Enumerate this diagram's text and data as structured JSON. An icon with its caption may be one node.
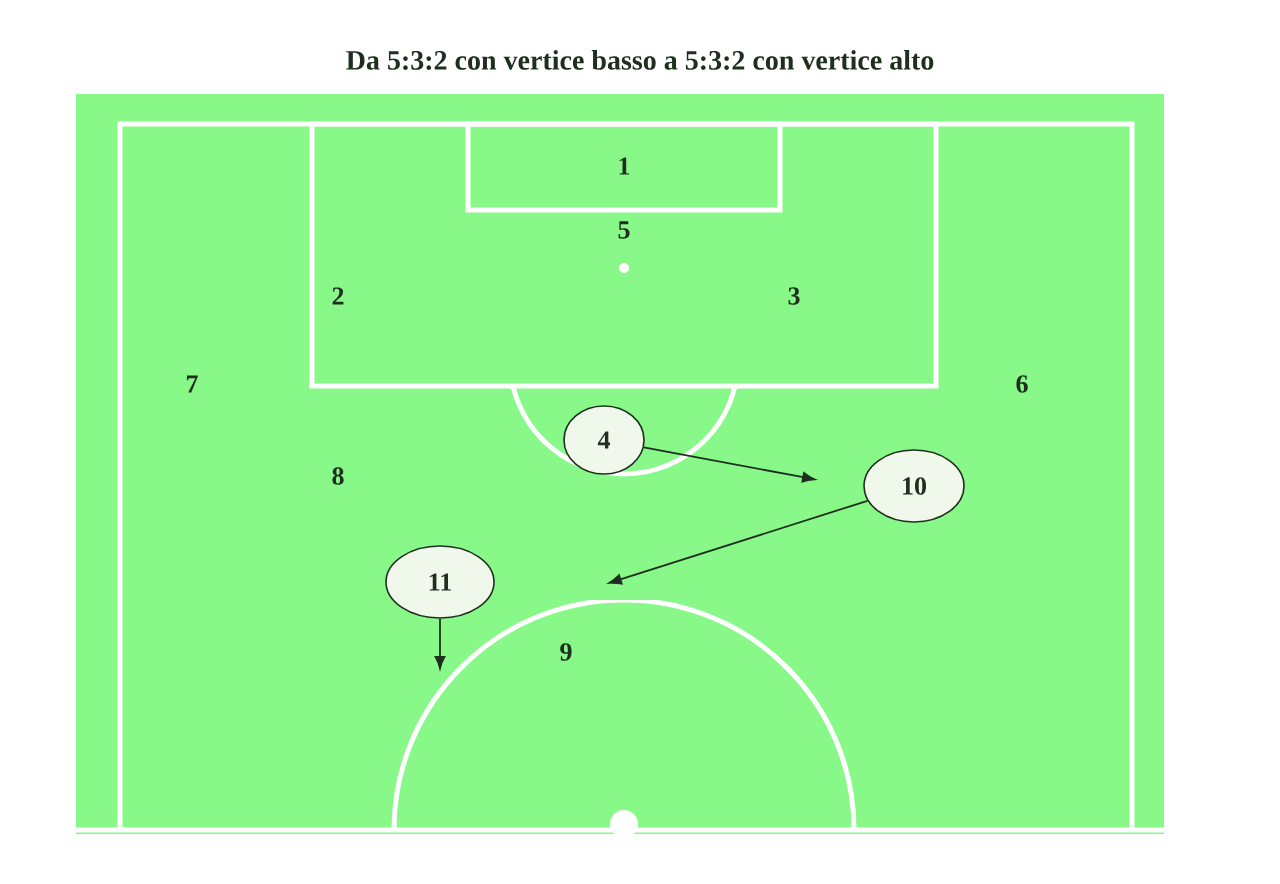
{
  "diagram": {
    "title": "Da 5:3:2 con vertice basso a 5:3:2 con vertice alto",
    "nodes": [
      {
        "text": [
          "4"
        ]
      },
      {
        "text": [
          "10"
        ]
      },
      {
        "text": [
          "11"
        ]
      }
    ],
    "edges": [
      {
        "from": 0,
        "to": null,
        "arrow": "to"
      },
      {
        "from": 1,
        "to": null,
        "arrow": "to"
      },
      {
        "from": 2,
        "to": null,
        "arrow": "to"
      }
    ],
    "labels": [
      "1",
      "5",
      "2",
      "3",
      "7",
      "6",
      "8",
      "9"
    ]
  }
}
